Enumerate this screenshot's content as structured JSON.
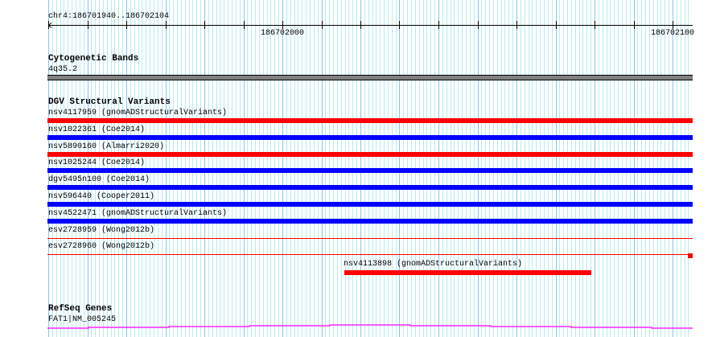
{
  "ruler": {
    "location": "chr4:186701940..186702104",
    "start": 186701940,
    "end": 186702104,
    "tick_labels": [
      "186702000",
      "186702100"
    ]
  },
  "tracks": {
    "cyto": {
      "title": "Cytogenetic Bands",
      "band": "4q35.2",
      "color": "#808080"
    },
    "dgv": {
      "title": "DGV Structural Variants",
      "features": [
        {
          "label": "nsv4117959 (gnomADStructuralVariants)",
          "color": "#ff0000",
          "style": "thick"
        },
        {
          "label": "nsv1022361 (Coe2014)",
          "color": "#0000ff",
          "style": "thick"
        },
        {
          "label": "nsv5890160 (Almarri2020)",
          "color": "#ff0000",
          "style": "thick"
        },
        {
          "label": "nsv1025244 (Coe2014)",
          "color": "#0000ff",
          "style": "thick"
        },
        {
          "label": "dgv5495n100 (Coe2014)",
          "color": "#0000ff",
          "style": "thick"
        },
        {
          "label": "nsv596440 (Cooper2011)",
          "color": "#0000ff",
          "style": "thick"
        },
        {
          "label": "nsv4522471 (gnomADStructuralVariants)",
          "color": "#0000ff",
          "style": "thick"
        },
        {
          "label": "esv2728959 (Wong2012b)",
          "color": "#ff0000",
          "style": "thin"
        },
        {
          "label": "esv2728960 (Wong2012b)",
          "color": "#ff0000",
          "style": "thin"
        }
      ],
      "extra": {
        "label": "nsv4113898 (gnomADStructuralVariants)",
        "color": "#ff0000"
      }
    },
    "refseq": {
      "title": "RefSeq Genes",
      "gene": "FAT1|NM_005245",
      "color": "#ff00ff"
    }
  }
}
